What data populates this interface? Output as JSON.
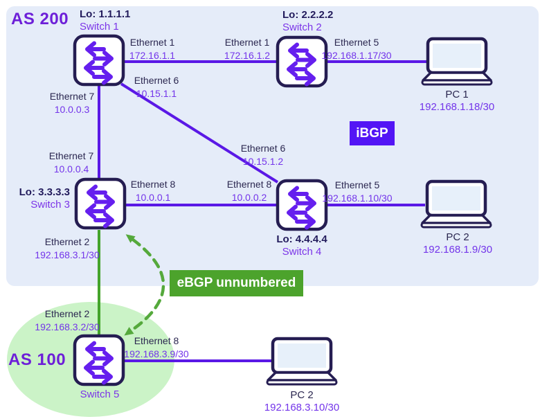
{
  "regions": {
    "as200": {
      "label": "AS 200"
    },
    "as100": {
      "label": "AS 100"
    }
  },
  "badges": {
    "ibgp": {
      "label": "iBGP",
      "color": "#5315f5"
    },
    "ebgp": {
      "label": "eBGP unnumbered",
      "color": "#4ca32c"
    }
  },
  "nodes": {
    "switch1": {
      "loopback": "Lo: 1.1.1.1",
      "name": "Switch 1"
    },
    "switch2": {
      "loopback": "Lo: 2.2.2.2",
      "name": "Switch 2"
    },
    "switch3": {
      "loopback": "Lo: 3.3.3.3",
      "name": "Switch 3"
    },
    "switch4": {
      "loopback": "Lo: 4.4.4.4",
      "name": "Switch 4"
    },
    "switch5": {
      "name": "Switch 5"
    },
    "pc1": {
      "name": "PC 1",
      "ip": "192.168.1.18/30"
    },
    "pc2_top": {
      "name": "PC 2",
      "ip": "192.168.1.9/30"
    },
    "pc2_bottom": {
      "name": "PC 2",
      "ip": "192.168.3.10/30"
    }
  },
  "interfaces": {
    "sw1_e1": {
      "port": "Ethernet 1",
      "ip": "172.16.1.1"
    },
    "sw2_e1": {
      "port": "Ethernet 1",
      "ip": "172.16.1.2"
    },
    "sw2_e5": {
      "port": "Ethernet 5",
      "ip": "192.168.1.17/30"
    },
    "sw1_e6": {
      "port": "Ethernet 6",
      "ip": "10.15.1.1"
    },
    "sw4_e6": {
      "port": "Ethernet 6",
      "ip": "10.15.1.2"
    },
    "sw1_e7": {
      "port": "Ethernet 7",
      "ip": "10.0.0.3"
    },
    "sw3_e7": {
      "port": "Ethernet 7",
      "ip": "10.0.0.4"
    },
    "sw3_e8": {
      "port": "Ethernet 8",
      "ip": "10.0.0.1"
    },
    "sw4_e8": {
      "port": "Ethernet 8",
      "ip": "10.0.0.2"
    },
    "sw4_e5": {
      "port": "Ethernet 5",
      "ip": "192.168.1.10/30"
    },
    "sw3_e2": {
      "port": "Ethernet 2",
      "ip": "192.168.3.1/30"
    },
    "sw5_e2": {
      "port": "Ethernet 2",
      "ip": "192.168.3.2/30"
    },
    "sw5_e8": {
      "port": "Ethernet 8",
      "ip": "192.168.3.9/30"
    }
  },
  "colors": {
    "link_purple": "#5a18e6",
    "link_green": "#44a42b",
    "dashed_green": "#55a93c",
    "as200_fill": "#e5ecf9",
    "as100_fill": "#cbf3c7",
    "node_border": "#251d52",
    "arrow_purple": "#651fee",
    "text_navy": "#2b2750",
    "text_purple": "#7334ea"
  }
}
